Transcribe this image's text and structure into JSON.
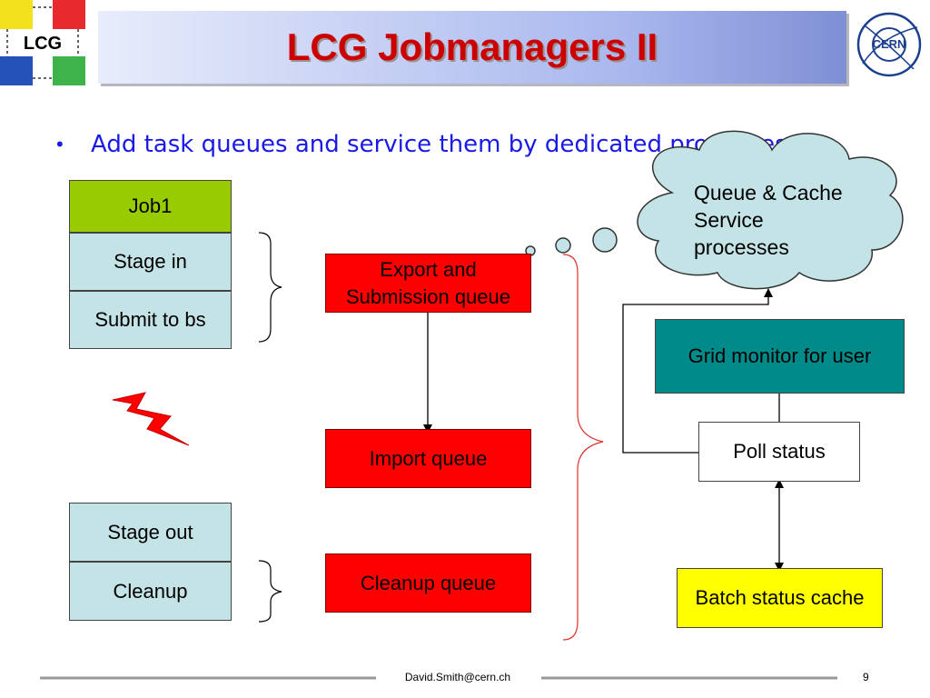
{
  "title": "LCG Jobmanagers II",
  "logos": {
    "left": "LCG",
    "right": "CERN"
  },
  "bullet": "Add task queues and service them by dedicated processes",
  "job_stack_top": [
    "Job1",
    "Stage in",
    "Submit to bs"
  ],
  "job_stack_bottom": [
    "Stage out",
    "Cleanup"
  ],
  "queues": {
    "export": [
      "Export and",
      "Submission queue"
    ],
    "import": "Import queue",
    "cleanup": "Cleanup queue"
  },
  "cloud_lines": [
    "Queue & Cache",
    "Service",
    "processes"
  ],
  "grid_monitor": "Grid monitor for user",
  "poll_status": "Poll status",
  "batch_cache": "Batch status cache",
  "footer": {
    "email": "David.Smith@cern.ch",
    "page": "9"
  },
  "colors": {
    "title_red": "#cc0000",
    "bullet_blue": "#1a1ae6",
    "job1_green": "#99cc00",
    "stack_light": "#c4e3e6",
    "queue_red": "#ff0000",
    "monitor_teal": "#008a8a",
    "cache_yellow": "#ffff00",
    "cloud_fill": "#c4e3e6",
    "lightning_red": "#ff0000",
    "brace_red": "#e03030"
  }
}
